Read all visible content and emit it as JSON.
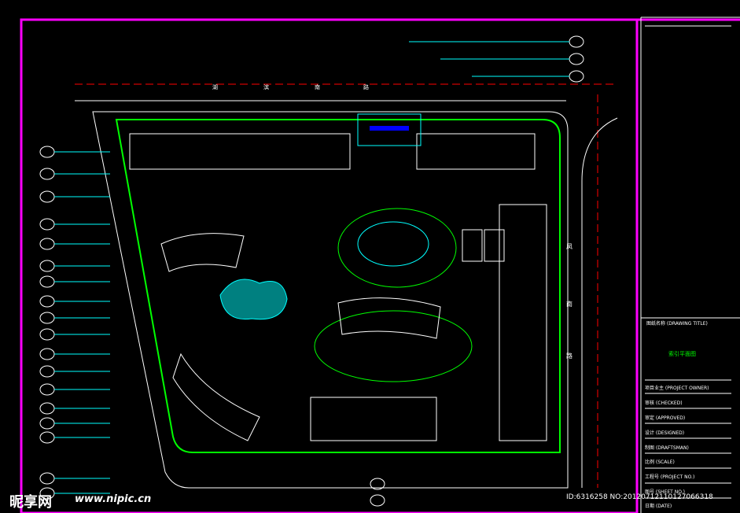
{
  "drawing": {
    "street_top_chars": [
      "湖",
      "滨",
      "南",
      "路"
    ],
    "street_right_chars": [
      "凤",
      "南",
      "路"
    ],
    "callouts_left_count": 18,
    "callouts_top_count": 3,
    "callouts_bottom_count": 2
  },
  "title_block": {
    "drawing_title_label": "图纸名称 (DRAWING TITLE)",
    "drawing_title": "索引平面图",
    "fields": [
      "项目业主 (PROJECT OWNER)",
      "审核 (CHECKED)",
      "审定 (APPROVED)",
      "设计 (DESIGNED)",
      "制图 (DRAFTSMAN)",
      "比例 (SCALE)",
      "工程号 (PROJECT NO.)",
      "图号 (SHEET NO.)",
      "日期 (DATE)"
    ]
  },
  "watermark": {
    "logo": "昵享网",
    "site": "www.nipic.cn",
    "id_text": "ID:6316258 NO:20120712110127066318"
  },
  "colors": {
    "background": "#000000",
    "frame": "#ff00ff",
    "outline": "#ffffff",
    "green": "#00ff00",
    "cyan": "#00ffff",
    "blue": "#0000ff",
    "red": "#ff0000",
    "yellow": "#ffff00"
  }
}
